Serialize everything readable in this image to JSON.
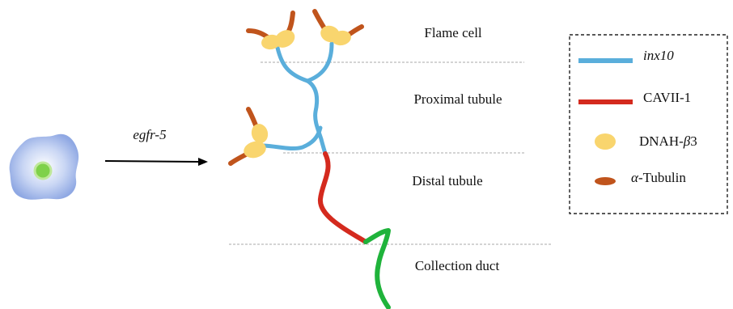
{
  "arrow_label": "egfr-5",
  "regions": [
    {
      "id": "flame-cell",
      "label": "Flame cell"
    },
    {
      "id": "proximal-tubule",
      "label": "Proximal tubule"
    },
    {
      "id": "distal-tubule",
      "label": "Distal tubule"
    },
    {
      "id": "collection-duct",
      "label": "Collection duct"
    }
  ],
  "legend": {
    "items": [
      {
        "id": "inx10",
        "label": "inx10",
        "italic": true,
        "color": "#5aaedb",
        "symbol": "line"
      },
      {
        "id": "cavii",
        "label": "CAVII-1",
        "italic": false,
        "color": "#d42a1e",
        "symbol": "line"
      },
      {
        "id": "dnah",
        "label_prefix": "DNAH-",
        "label_symbol": "β",
        "label_suffix": "3",
        "color": "#f9d56e",
        "symbol": "ellipse"
      },
      {
        "id": "tubulin",
        "label_symbol": "α",
        "label_suffix": "-Tubulin",
        "color": "#c0541c",
        "symbol": "ellipse"
      }
    ]
  },
  "colors": {
    "cell_body": "#a9bde9",
    "cell_nucleus": "#7fd14a",
    "collection_duct": "#1fb33b",
    "divider": "#aaaaaa"
  }
}
